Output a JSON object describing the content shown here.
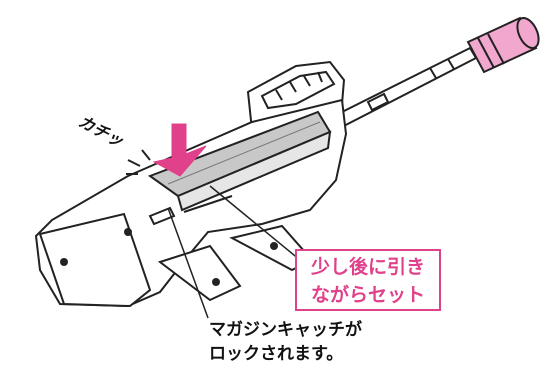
{
  "sound_effect": "カチッ",
  "callout": {
    "line1": "少し後に引き",
    "line2": "ながらセット"
  },
  "caption": {
    "line1": "マガジンキャッチが",
    "line2": "ロックされます。"
  },
  "colors": {
    "accent_pink": "#e0418a",
    "muzzle_pink": "#f2a7cf",
    "magazine_gray": "#c8c8c8",
    "outline": "#222222"
  },
  "icons": [
    "arrow-insert-icon",
    "click-lines-icon"
  ]
}
